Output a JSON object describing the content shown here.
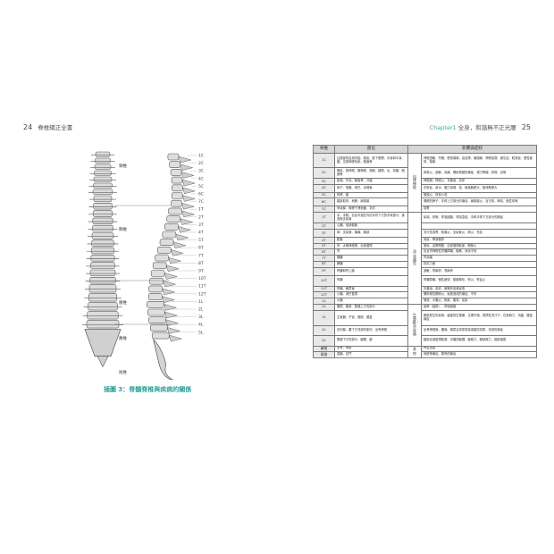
{
  "header": {
    "left_page_num": "24",
    "left_title": "脊椎矯正全書",
    "right_chapter": "Chapter1",
    "right_title": "全身，和諧無不正光腰",
    "right_page_num": "25"
  },
  "figure": {
    "caption": "插圖 3：脊髓脊椎與疾病的關係",
    "region_labels": [
      "頸椎",
      "胸椎",
      "腰椎",
      "薦椎",
      "尾椎"
    ],
    "vertebra_labels": [
      "1C",
      "2C",
      "3C",
      "4C",
      "5C",
      "6C",
      "7C",
      "1T",
      "2T",
      "3T",
      "4T",
      "5T",
      "6T",
      "7T",
      "8T",
      "9T",
      "10T",
      "11T",
      "12T",
      "1L",
      "2L",
      "3L",
      "4L",
      "5L"
    ]
  },
  "table": {
    "headers": [
      "脊椎",
      "部位",
      "影響與症狀"
    ],
    "rows": [
      {
        "level": "1C",
        "part": "往頭部的血液供給、頭皮、臉下垂體、內耳和中耳、腦、交感神經系統、顏面等",
        "symptom": "神經過敏、失眠、經常頭痛、高血壓、偏頭痛、神經衰弱、健忘症、眩暈症、慢性疲勞、頭痛"
      },
      {
        "level": "2C",
        "part": "眼睛、視神經、聽神經、靜脈、額竇、舌、前額、顏面等",
        "symptom": "鼻竇炎、過敏、耳痛、眼睛周圍的痛症、視力障礙、斜視、耳鳴"
      },
      {
        "level": "3C",
        "part": "臉頰、外耳、顏面骨、牙齒",
        "symptom": "神經痛、神經炎、青春痘、濕疹"
      },
      {
        "level": "4C",
        "part": "鼻子、嘴唇、嘴巴、耳咽管",
        "symptom": "花粉症、鼻水、聽力減弱、鼠、扁桃腺肥大、腺樣體肥大"
      },
      {
        "level": "5C",
        "part": "聲帶、頸",
        "symptom": "喉頭炎、聲音沙啞"
      },
      {
        "level": "6C",
        "part": "頸部肌肉、肩膀、扁桃腺",
        "symptom": "僵硬的脖子、手臂上方部分的痛症、扁桃腺炎、百日咳、哮吼、慢性咳嗽"
      },
      {
        "level": "7C",
        "part": "甲狀腺、肩膀下滑液囊、手肘",
        "symptom": "感冒"
      },
      {
        "level": "1T",
        "part": "手、手腕、包含手指在內的手肘下方的手臂部分、食道與支氣管",
        "symptom": "氣喘、咳嗽、呼吸困難、呼吸急促、手和手臂下方部分的痛症"
      },
      {
        "level": "2T",
        "part": "心臟、冠狀動脈",
        "symptom": ""
      },
      {
        "level": "3T",
        "part": "肺、支氣管、胸膜、胸部",
        "symptom": "流行性感冒、肋膜炎、支氣管炎、肺炎、充血"
      },
      {
        "level": "4T",
        "part": "膽囊",
        "symptom": "黃疸、帶狀皰疹"
      },
      {
        "level": "5T",
        "part": "肝、太陽神經叢、血液循環",
        "symptom": "發燒、血壓問題、血液循環較差、關節炎"
      },
      {
        "level": "6T",
        "part": "胃",
        "symptom": "包含胃神經性胃腸障礙、胸焦、消化不良"
      },
      {
        "level": "7T",
        "part": "胰臟",
        "symptom": "胃潰瘍"
      },
      {
        "level": "8T",
        "part": "脾臟",
        "symptom": "抵抗力差"
      },
      {
        "level": "9T",
        "part": "腎臟和腎上腺",
        "symptom": "過敏、蕁麻疹、蕁麻疹"
      },
      {
        "level": "10T",
        "part": "腎臟",
        "symptom": "腎臟障礙、慢性疲勞、動脈硬化、腎炎、腎盂炎"
      },
      {
        "level": "11T",
        "part": "腎臟、輸尿管",
        "symptom": "青春痘、濕疹、癬等的皮膚狀態"
      },
      {
        "level": "12T",
        "part": "小腸、淋巴循環",
        "symptom": "關節風性關節炎、氣脹造成的痛症、不孕"
      },
      {
        "level": "1L",
        "part": "大腸",
        "symptom": "便秘、大腸炎、痢疾、腹瀉、疝氣"
      },
      {
        "level": "2L",
        "part": "闌尾、腹部、雙腿上方的部分",
        "symptom": "痙攣（抽筋）、呼吸困難"
      },
      {
        "level": "3L",
        "part": "生殖器、子宮、膀胱、膝蓋",
        "symptom": "膀胱發生的疾病、嚴重的生理痛、生理不順、習慣性流汗子、在身無力、流產、膝蓋痛症"
      },
      {
        "level": "4L",
        "part": "前列腺、腰下方背部的肌肉、坐骨神經",
        "symptom": "坐骨神經痛、腰痛、頻尿且排尿感覺或難的排尿、背部的痛症"
      },
      {
        "level": "5L",
        "part": "雙腿下方的部分、腳踝、腳",
        "symptom": "腿部血液循環較差、浮腫的腳踝、腳無力、腳部無力、腳部抽筋"
      },
      {
        "level": "薦椎",
        "part": "坐骨、臀部",
        "symptom": "骨盆歪曲"
      },
      {
        "level": "尾椎",
        "part": "直腸、肛門",
        "symptom": "痔瘡等痛症、尾骨的痛症"
      }
    ],
    "group_labels": [
      "自律神經",
      "消化器官",
      "生殖器・泌尿器",
      "其他"
    ]
  },
  "colors": {
    "accent": "#3aa7a0",
    "header_fill": "#d6d6d6",
    "level_fill": "#e9e9e9"
  }
}
